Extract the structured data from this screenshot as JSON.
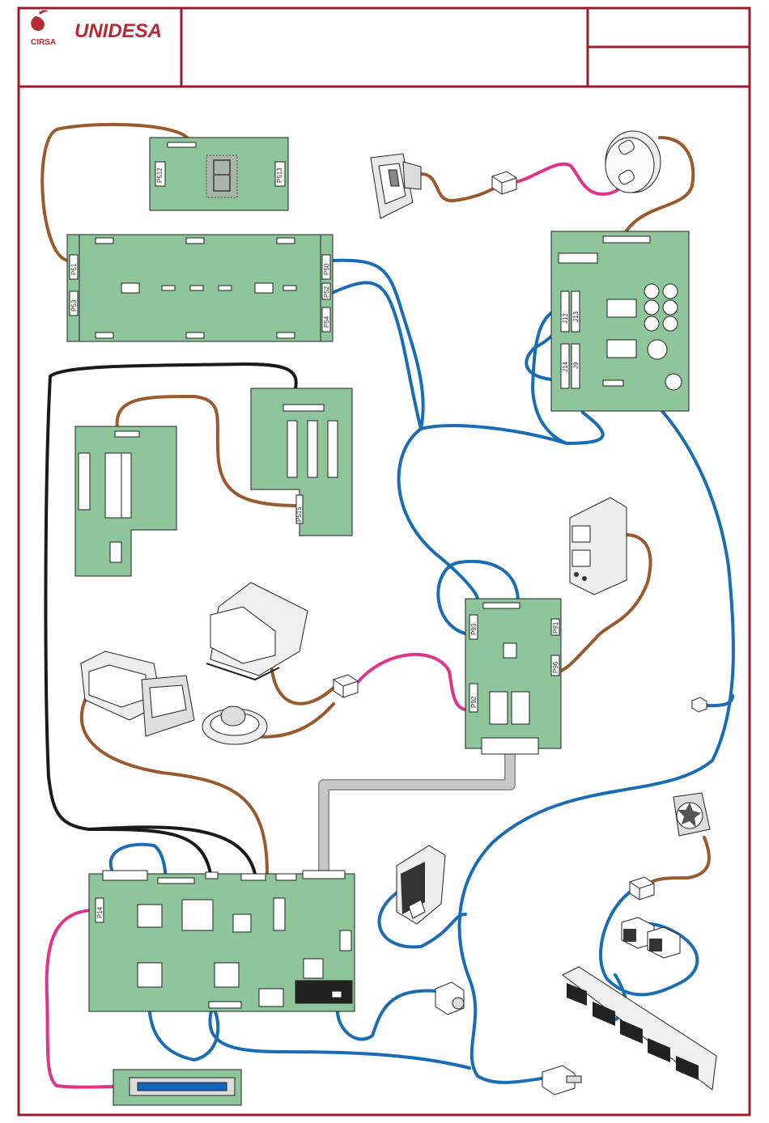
{
  "header": {
    "brand_name": "UNIDESA",
    "parent_brand": "CIRSA",
    "title": "",
    "code": "",
    "revision": ""
  },
  "colors": {
    "frame": "#9b1b30",
    "pcb": "#8fc59b",
    "pcb_border": "#222222",
    "wire_brown": "#9a5a2e",
    "wire_blue": "#1a6db5",
    "wire_pink": "#e0338c",
    "wire_black": "#1a1a1a",
    "ribbon": "#b8b8b8",
    "display_blue": "#1565c0"
  },
  "connector_labels": {
    "p512": "P512",
    "p513": "P513",
    "p51": "P51",
    "p53": "P53",
    "p50": "P50",
    "p52": "P52",
    "p54": "P54",
    "j12": "J12",
    "j13": "J13",
    "j14": "J14",
    "j9": "J9",
    "p515": "P515",
    "p93": "P93",
    "p92": "P92",
    "p91": "P91",
    "p96": "P96",
    "p14": "P14"
  }
}
